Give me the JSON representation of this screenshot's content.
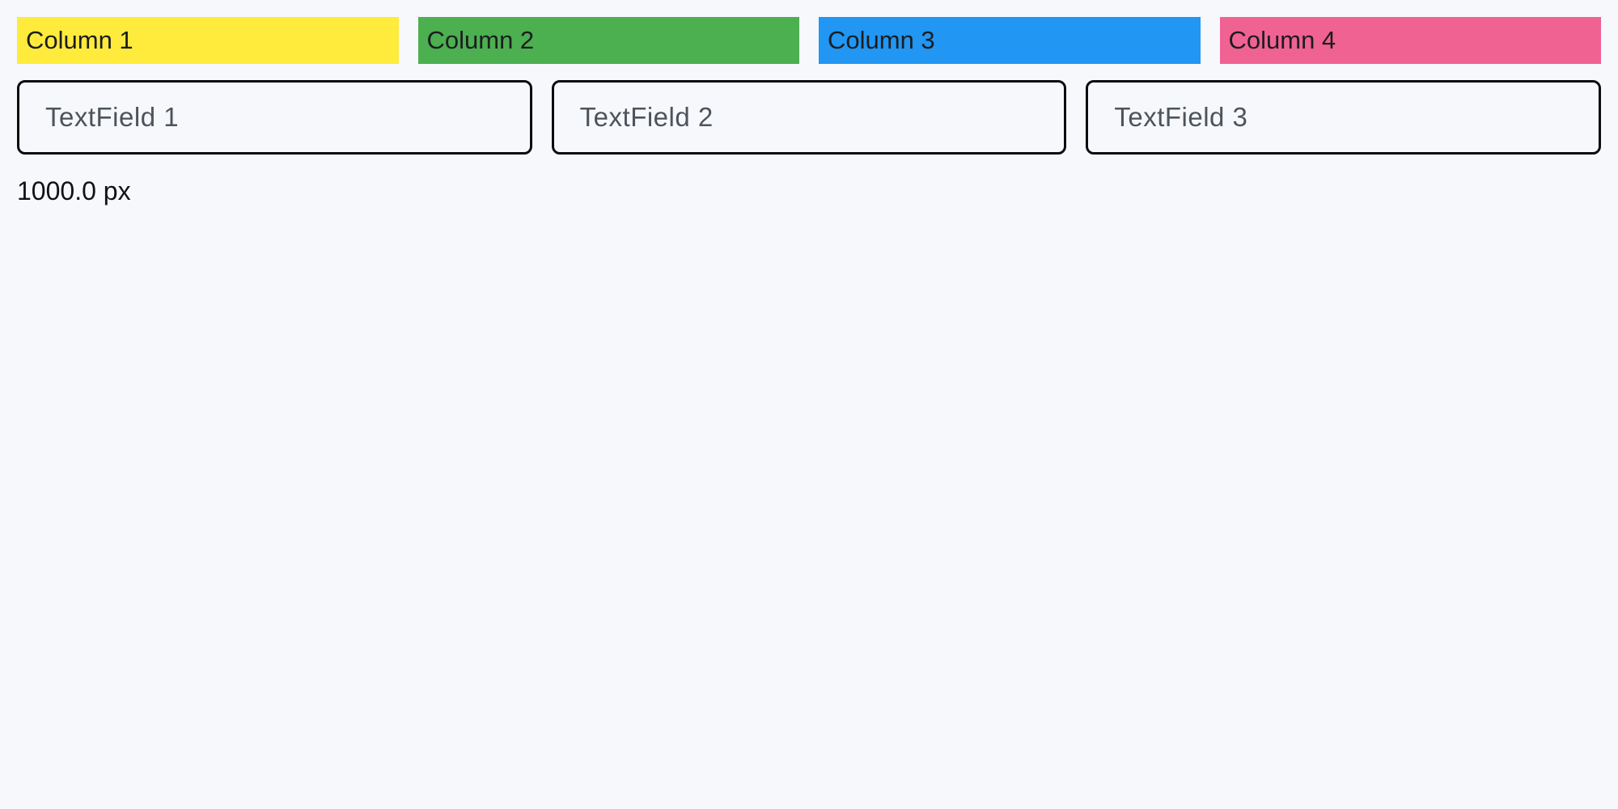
{
  "window": {
    "background": "#f7f8fc"
  },
  "columns": [
    {
      "label": "Column 1",
      "color": "#ffeb3b"
    },
    {
      "label": "Column 2",
      "color": "#4caf50"
    },
    {
      "label": "Column 3",
      "color": "#2196f3"
    },
    {
      "label": "Column 4",
      "color": "#f06292"
    }
  ],
  "text_fields": [
    {
      "placeholder": "TextField 1"
    },
    {
      "placeholder": "TextField 2"
    },
    {
      "placeholder": "TextField 3"
    }
  ],
  "size_label": "1000.0 px"
}
